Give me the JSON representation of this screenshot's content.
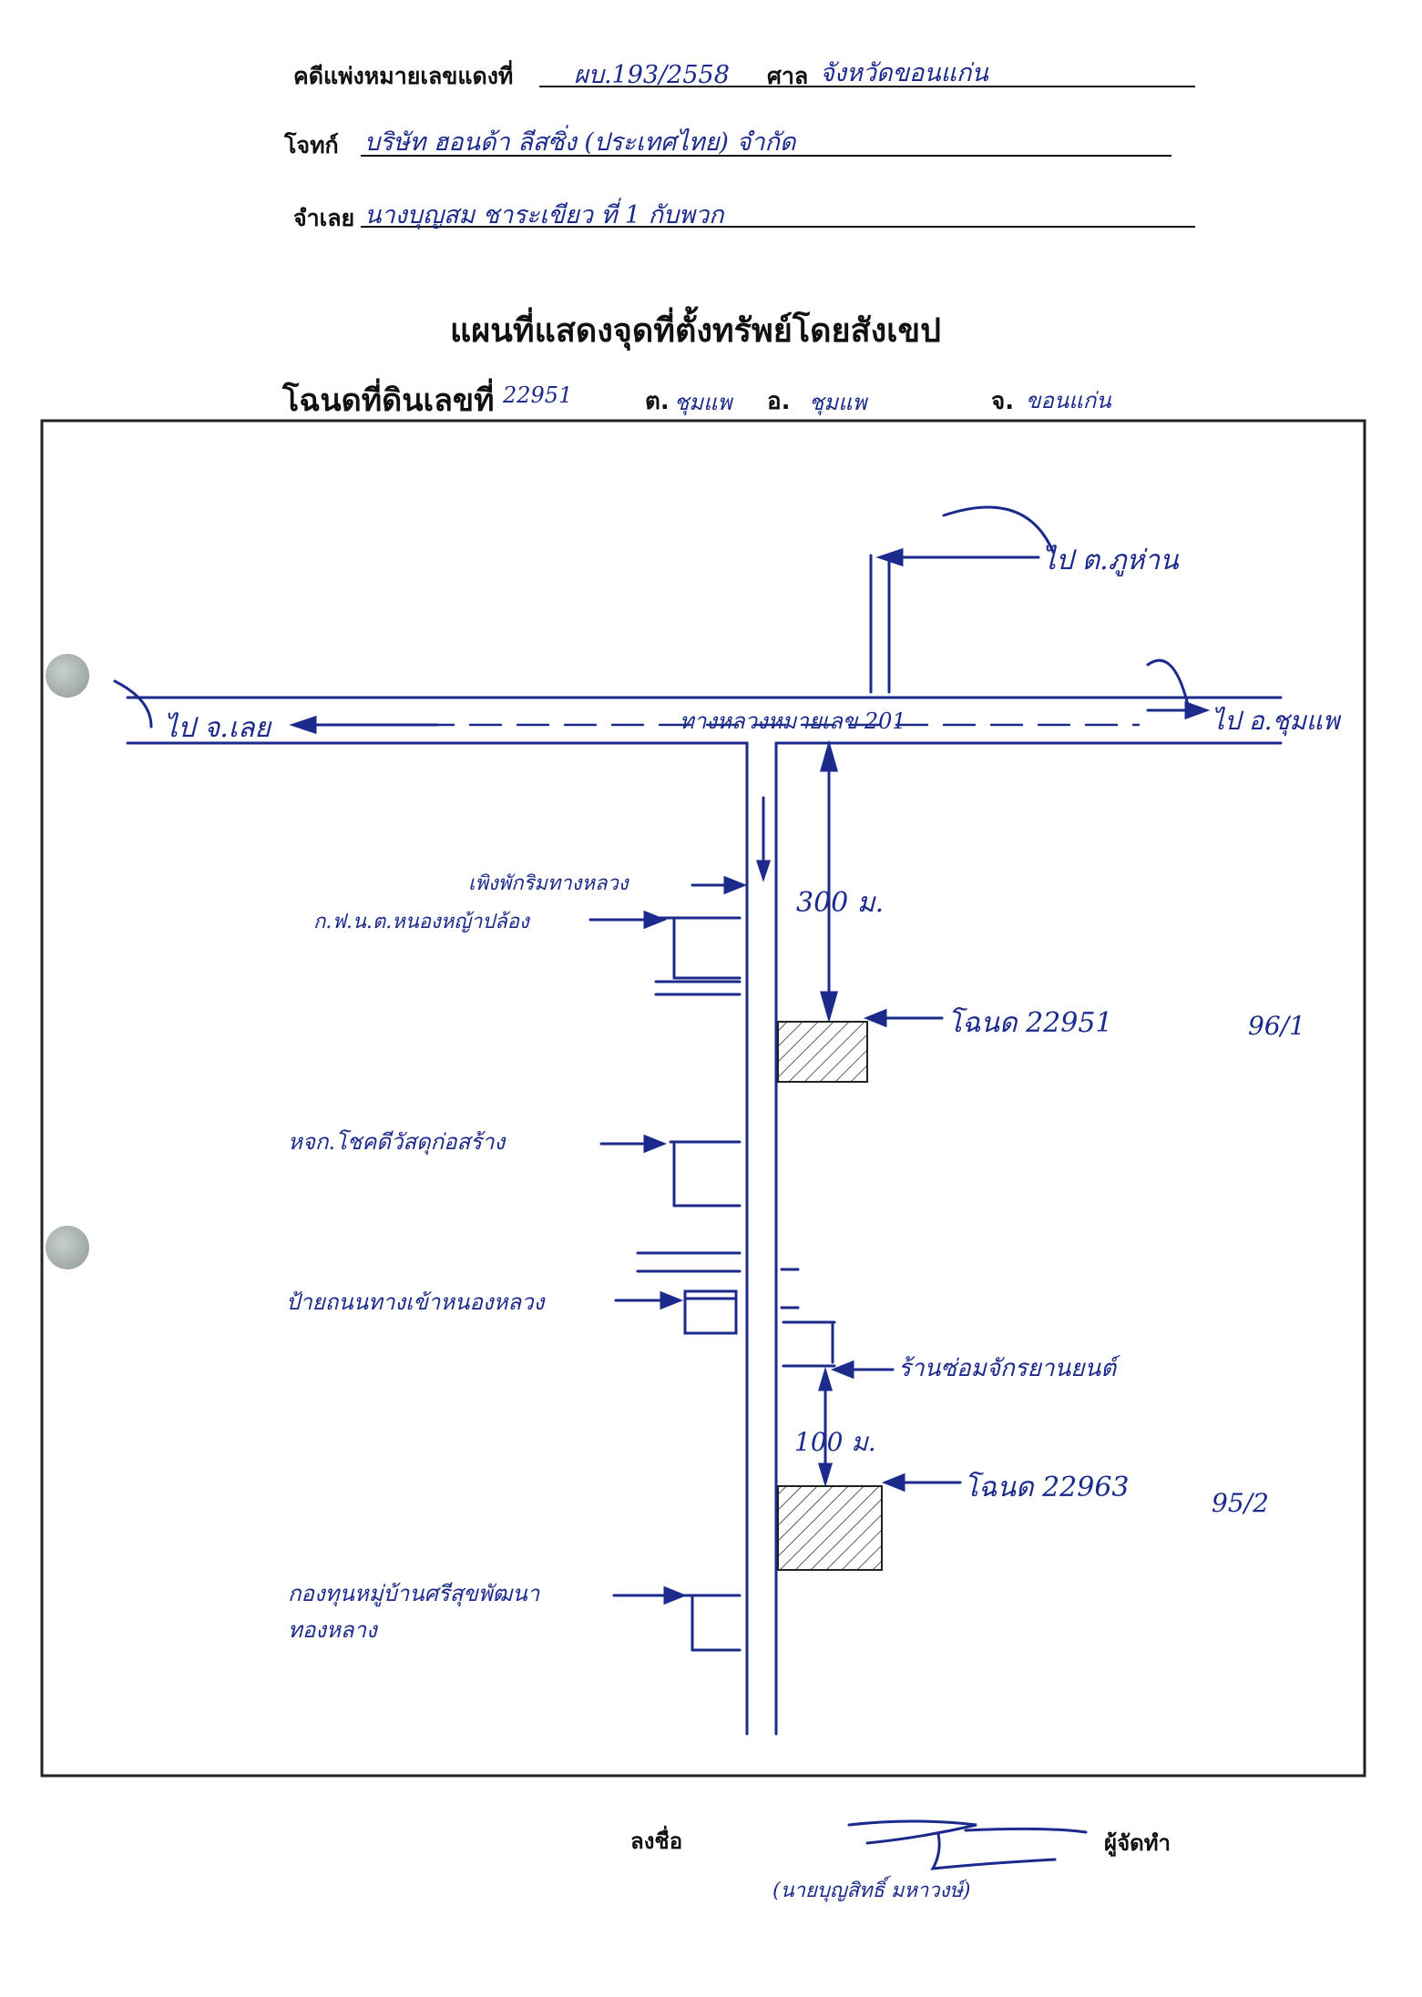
{
  "header": {
    "case_label": "คดีแพ่งหมายเลขแดงที่",
    "case_value": "ผบ.193/2558",
    "court_label": "ศาล",
    "court_value": "จังหวัดขอนแก่น",
    "plaintiff_label": "โจทก์",
    "plaintiff_value": "บริษัท ฮอนด้า ลีสซิ่ง (ประเทศไทย) จำกัด",
    "defendant_label": "จำเลย",
    "defendant_value": "นางบุญสม ชาระเขียว ที่ 1 กับพวก"
  },
  "title": "แผนที่แสดงจุดที่ตั้งทรัพย์โดยสังเขป",
  "deed": {
    "label": "โฉนดที่ดินเลขที่",
    "value": "22951",
    "subdistrict_label": "ต.",
    "subdistrict_value": "ชุมแพ",
    "district_label": "อ.",
    "district_value": "ชุมแพ",
    "province_label": "จ.",
    "province_value": "ขอนแก่น"
  },
  "map": {
    "to_phukhaew": "ไป ต.ภูห่าน",
    "to_loei": "ไป จ.เลย",
    "to_chumphae": "ไป อ.ชุมแพ",
    "highway": "ทางหลวงหมายเลข 201",
    "dist_300": "300 ม.",
    "dist_100": "100 ม.",
    "rest_house": "เพิงพักริมทางหลวง",
    "school": "ก.ฟ.น.ต.หนองหญ้าปล้อง",
    "deed_22951": "โฉนด 22951",
    "deed_22951_no": "96/1",
    "shop_1": "หจก.โชคดีวัสดุก่อสร้าง",
    "sign": "ป้ายถนนทางเข้าหนองหลวง",
    "repair_shop": "ร้านซ่อมจักรยานยนต์",
    "deed_22963": "โฉนด 22963",
    "deed_22963_no": "95/2",
    "fund": "กองทุนหมู่บ้านศรีสุขพัฒนา ทองหลาง"
  },
  "footer": {
    "sign_label": "ลงชื่อ",
    "maker_label": "ผู้จัดทำ",
    "signer_name": "(นายบุญสิทธิ์ มหาวงษ์)"
  }
}
